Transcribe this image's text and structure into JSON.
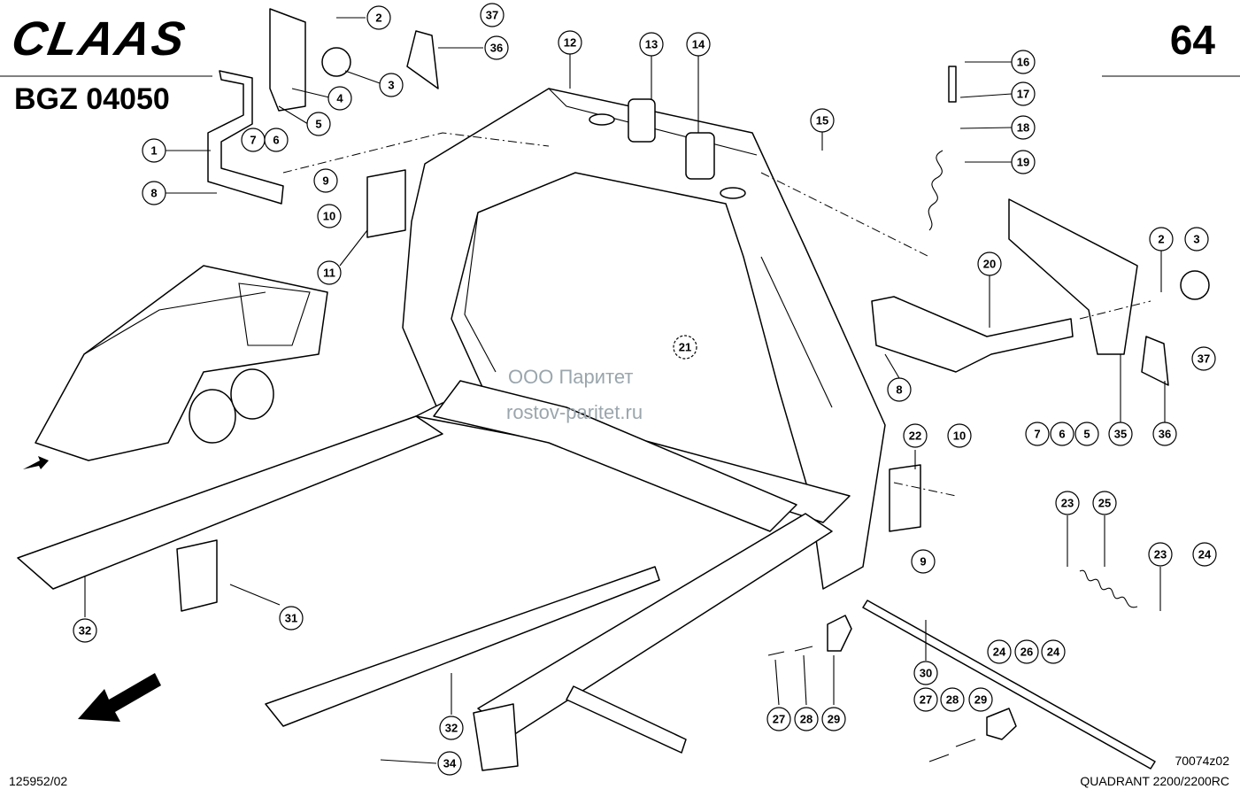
{
  "header": {
    "brand": "CLAAS",
    "doc_id": "BGZ 04050",
    "page_number": "64"
  },
  "footer": {
    "ref_left": "125952/02",
    "ref_right": "70074z02",
    "model": "QUADRANT 2200/2200RC"
  },
  "watermark": {
    "line1": "ООО Паритет",
    "line2": "rostov-paritet.ru"
  },
  "callouts": [
    {
      "label": "1"
    },
    {
      "label": "2"
    },
    {
      "label": "37"
    },
    {
      "label": "36"
    },
    {
      "label": "3"
    },
    {
      "label": "4"
    },
    {
      "label": "5"
    },
    {
      "label": "7"
    },
    {
      "label": "6"
    },
    {
      "label": "8"
    },
    {
      "label": "9"
    },
    {
      "label": "10"
    },
    {
      "label": "11"
    },
    {
      "label": "12"
    },
    {
      "label": "13"
    },
    {
      "label": "14"
    },
    {
      "label": "15"
    },
    {
      "label": "16"
    },
    {
      "label": "17"
    },
    {
      "label": "18"
    },
    {
      "label": "19"
    },
    {
      "label": "20"
    },
    {
      "label": "2"
    },
    {
      "label": "3"
    },
    {
      "label": "37"
    },
    {
      "label": "8"
    },
    {
      "label": "7"
    },
    {
      "label": "6"
    },
    {
      "label": "5"
    },
    {
      "label": "35"
    },
    {
      "label": "36"
    },
    {
      "label": "21"
    },
    {
      "label": "22"
    },
    {
      "label": "10"
    },
    {
      "label": "9"
    },
    {
      "label": "23"
    },
    {
      "label": "25"
    },
    {
      "label": "23"
    },
    {
      "label": "24"
    },
    {
      "label": "24"
    },
    {
      "label": "26"
    },
    {
      "label": "24"
    },
    {
      "label": "30"
    },
    {
      "label": "27"
    },
    {
      "label": "28"
    },
    {
      "label": "29"
    },
    {
      "label": "27"
    },
    {
      "label": "28"
    },
    {
      "label": "29"
    },
    {
      "label": "32"
    },
    {
      "label": "31"
    },
    {
      "label": "32"
    },
    {
      "label": "34"
    }
  ]
}
